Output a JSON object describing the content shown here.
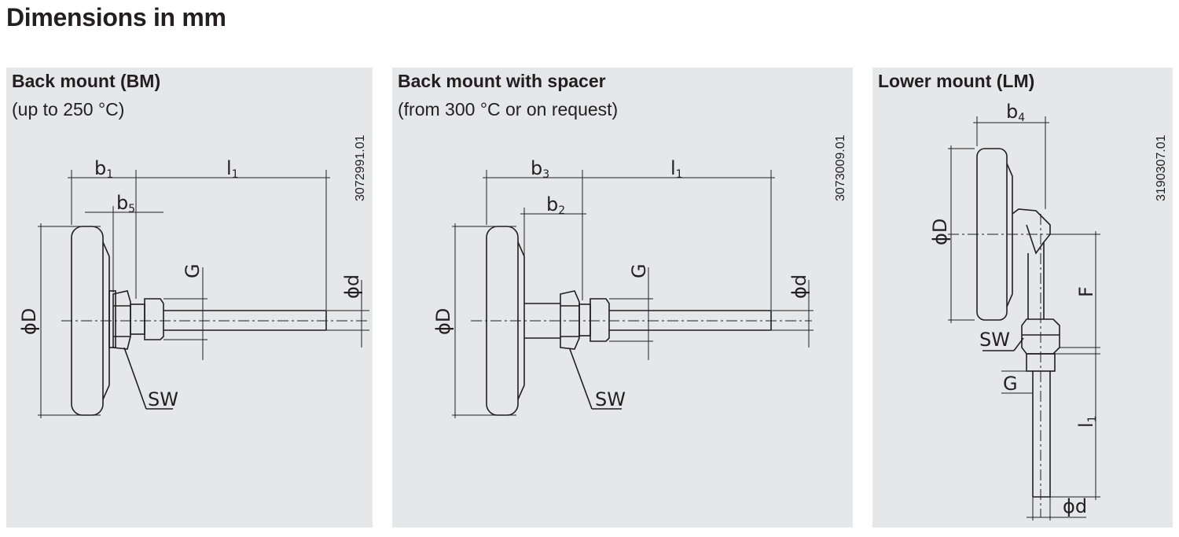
{
  "page": {
    "title": "Dimensions in mm"
  },
  "panels": [
    {
      "title": "Back mount (BM)",
      "subtitle": "(up to 250 °C)",
      "drawing_ref": "3072991.01",
      "labels": {
        "b1": "b",
        "b1_sub": "1",
        "b5": "b",
        "b5_sub": "5",
        "l1": "l",
        "l1_sub": "1",
        "G": "G",
        "phi_d": "ϕd",
        "phi_D": "ϕD",
        "SW": "SW"
      }
    },
    {
      "title": "Back mount with spacer",
      "subtitle": "(from 300 °C or on request)",
      "drawing_ref": "3073009.01",
      "labels": {
        "b3": "b",
        "b3_sub": "3",
        "b2": "b",
        "b2_sub": "2",
        "l1": "l",
        "l1_sub": "1",
        "G": "G",
        "phi_d": "ϕd",
        "phi_D": "ϕD",
        "SW": "SW"
      }
    },
    {
      "title": "Lower mount (LM)",
      "subtitle": "",
      "drawing_ref": "3190307.01",
      "labels": {
        "b4": "b",
        "b4_sub": "4",
        "phi_D": "ϕD",
        "F": "F",
        "SW": "SW",
        "G": "G",
        "l1": "l",
        "l1_sub": "1",
        "phi_d": "ϕd"
      }
    }
  ]
}
